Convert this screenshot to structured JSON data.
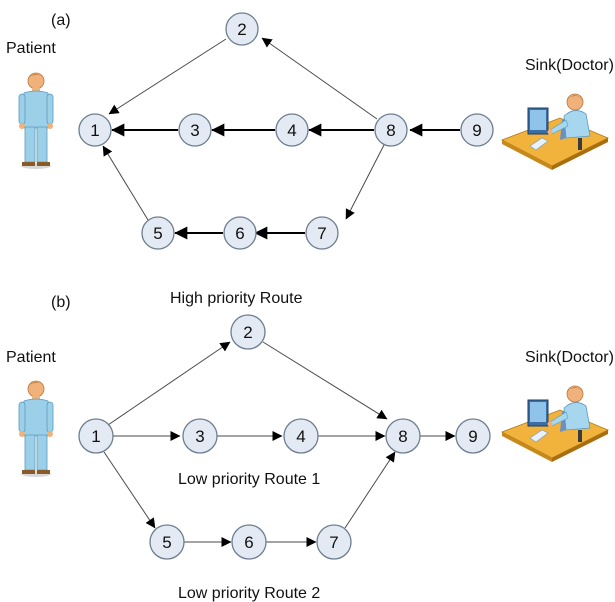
{
  "panel_a": {
    "label": "(a)",
    "patient_label": "Patient",
    "sink_label": "Sink(Doctor)"
  },
  "panel_b": {
    "label": "(b)",
    "patient_label": "Patient",
    "sink_label": "Sink(Doctor)",
    "route_high": "High priority Route",
    "route_low1": "Low priority Route 1",
    "route_low2": "Low priority Route 2"
  },
  "nodes": [
    "1",
    "2",
    "3",
    "4",
    "5",
    "6",
    "7",
    "8",
    "9"
  ],
  "edges_a": [
    {
      "from": "9",
      "to": "8",
      "style": "thick"
    },
    {
      "from": "8",
      "to": "4",
      "style": "thick"
    },
    {
      "from": "4",
      "to": "3",
      "style": "thick"
    },
    {
      "from": "3",
      "to": "1",
      "style": "thick"
    },
    {
      "from": "8",
      "to": "2",
      "style": "thin"
    },
    {
      "from": "2",
      "to": "1",
      "style": "thin"
    },
    {
      "from": "8",
      "to": "7",
      "style": "thin"
    },
    {
      "from": "7",
      "to": "6",
      "style": "thick"
    },
    {
      "from": "6",
      "to": "5",
      "style": "thick"
    },
    {
      "from": "5",
      "to": "1",
      "style": "thin"
    }
  ],
  "edges_b": [
    {
      "from": "1",
      "to": "2",
      "style": "thin"
    },
    {
      "from": "2",
      "to": "8",
      "style": "thin"
    },
    {
      "from": "1",
      "to": "3",
      "style": "thin"
    },
    {
      "from": "3",
      "to": "4",
      "style": "thin"
    },
    {
      "from": "4",
      "to": "8",
      "style": "thin"
    },
    {
      "from": "8",
      "to": "9",
      "style": "thin"
    },
    {
      "from": "1",
      "to": "5",
      "style": "thin"
    },
    {
      "from": "5",
      "to": "6",
      "style": "thin"
    },
    {
      "from": "6",
      "to": "7",
      "style": "thin"
    },
    {
      "from": "7",
      "to": "8",
      "style": "thin"
    }
  ],
  "icons": {
    "patient": "person-figure-icon",
    "sink": "doctor-at-computer-icon"
  },
  "colors": {
    "node_fill": "#e3eaf3",
    "node_stroke": "#6d7d8f",
    "skin": "#f0b27a",
    "body": "#9ccfe8",
    "desk": "#f2b33d"
  }
}
